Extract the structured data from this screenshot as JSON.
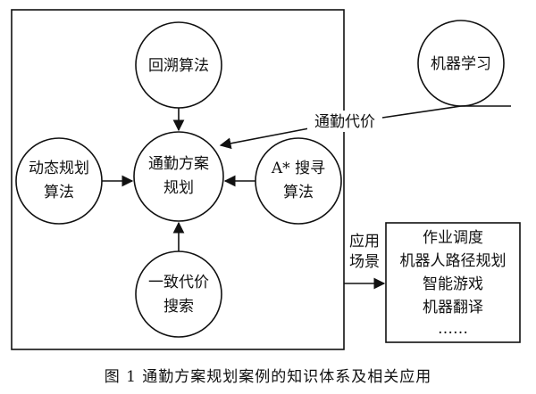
{
  "nodes": {
    "backtracking": "回溯算法",
    "dynamic_programming": [
      "动态规划",
      "算法"
    ],
    "center": [
      "通勤方案",
      "规划"
    ],
    "astar": [
      "A* 搜寻",
      "算法"
    ],
    "consistent_cost": [
      "一致代价",
      "搜索"
    ],
    "machine_learning": "机器学习"
  },
  "labels": {
    "commute_cost": "通勤代价",
    "application_scenarios": [
      "应用",
      "场景"
    ]
  },
  "applications": [
    "作业调度",
    "机器人路径规划",
    "智能游戏",
    "机器翻译",
    "……"
  ],
  "caption": "图 1   通勤方案规划案例的知识体系及相关应用"
}
